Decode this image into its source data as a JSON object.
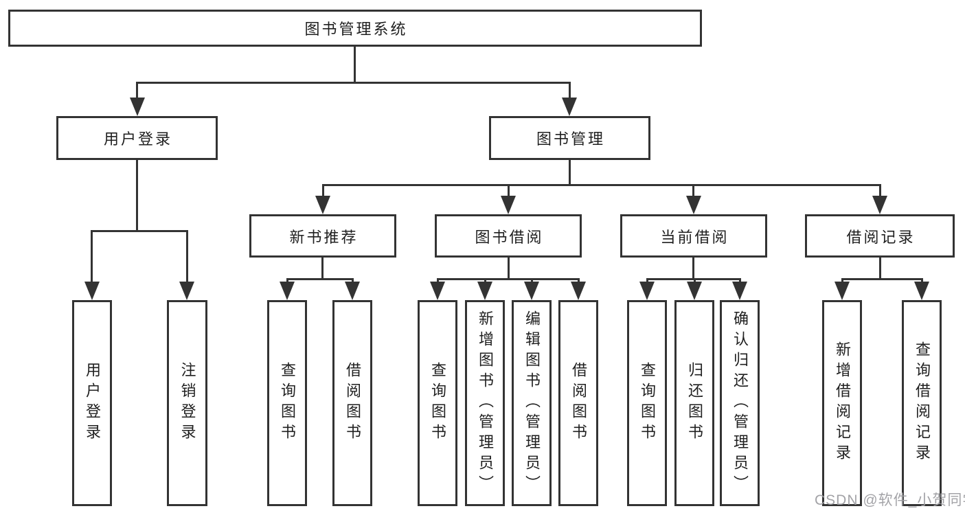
{
  "diagram": {
    "title_node": {
      "label": "图书管理系统"
    },
    "level2": [
      {
        "id": "user-login",
        "label": "用户登录"
      },
      {
        "id": "book-management",
        "label": "图书管理"
      }
    ],
    "level3": [
      {
        "id": "new-book-recommend",
        "label": "新书推荐"
      },
      {
        "id": "book-borrowing",
        "label": "图书借阅"
      },
      {
        "id": "current-borrowing",
        "label": "当前借阅"
      },
      {
        "id": "borrowing-records",
        "label": "借阅记录"
      }
    ],
    "leaves": {
      "user_login": [
        {
          "label": "用户登录"
        },
        {
          "label": "注销登录"
        }
      ],
      "new_book_recommend": [
        {
          "label": "查询图书"
        },
        {
          "label": "借阅图书"
        }
      ],
      "book_borrowing": [
        {
          "label": "查询图书"
        },
        {
          "label": "新增图书（管理员）"
        },
        {
          "label": "编辑图书（管理员）"
        },
        {
          "label": "借阅图书"
        }
      ],
      "current_borrowing": [
        {
          "label": "查询图书"
        },
        {
          "label": "归还图书"
        },
        {
          "label": "确认归还（管理员）"
        }
      ],
      "borrowing_records": [
        {
          "label": "新增借阅记录"
        },
        {
          "label": "查询借阅记录"
        }
      ]
    },
    "watermark": "CSDN @软件_小贺同学",
    "colors": {
      "line": "#333333",
      "box_border": "#333333",
      "text": "#1f1f1f",
      "watermark": "#9e9ea2",
      "background": "#ffffff"
    }
  }
}
